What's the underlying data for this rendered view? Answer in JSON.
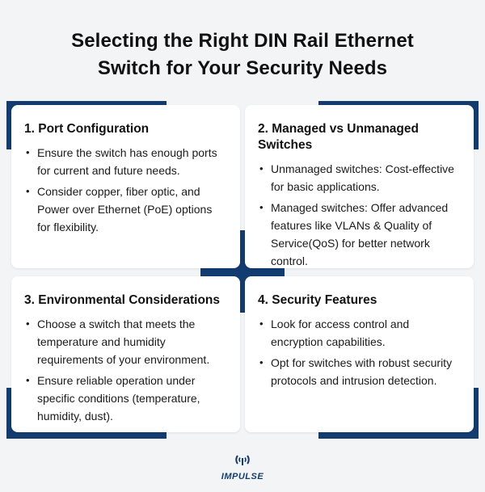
{
  "title": {
    "line1": "Selecting the Right DIN Rail Ethernet",
    "line2": "Switch for Your Security Needs"
  },
  "cards": [
    {
      "heading": "1. Port Configuration",
      "bullets": [
        "Ensure the switch has enough ports for current and future needs.",
        "Consider copper, fiber optic, and Power over Ethernet (PoE) options for flexibility."
      ]
    },
    {
      "heading": "2. Managed vs Unmanaged Switches",
      "bullets": [
        "Unmanaged switches: Cost-effective for basic applications.",
        "Managed switches: Offer advanced features like VLANs & Quality of Service(QoS) for better network control."
      ]
    },
    {
      "heading": "3. Environmental Considerations",
      "bullets": [
        "Choose a switch that meets the temperature and humidity requirements of your environment.",
        "Ensure reliable operation under specific conditions (temperature, humidity, dust)."
      ]
    },
    {
      "heading": "4. Security Features",
      "bullets": [
        "Look for access control and encryption capabilities.",
        "Opt for switches with robust security protocols and intrusion detection."
      ]
    }
  ],
  "logo": {
    "text": "IMPULSE",
    "icon": "signal-broadcast-icon"
  },
  "colors": {
    "accent": "#123c70",
    "background": "#f3f4f6",
    "card": "#ffffff"
  }
}
